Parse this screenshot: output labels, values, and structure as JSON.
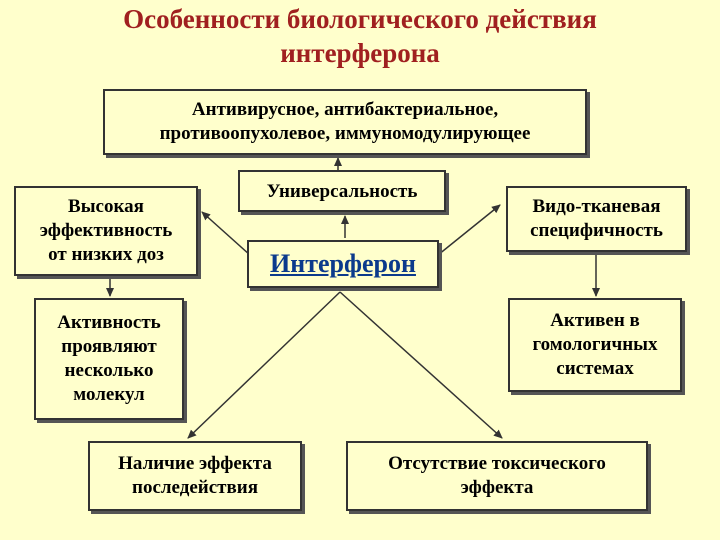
{
  "title": {
    "line1": "Особенности биологического действия",
    "line2": "интерферона"
  },
  "boxes": {
    "top": {
      "line1": "Антивирусное, антибактериальное,",
      "line2": "противоопухолевое, иммуномодулирующее"
    },
    "universality": "Универсальность",
    "center": "Интерферон",
    "high_efficiency": {
      "line1": "Высокая",
      "line2": "эффективность",
      "line3": "от низких доз"
    },
    "species_specificity": {
      "line1": "Видо-тканевая",
      "line2": "специфичность"
    },
    "several_molecules": {
      "line1": "Активность",
      "line2": "проявляют",
      "line3": "несколько",
      "line4": "молекул"
    },
    "homologous": {
      "line1": "Активен в",
      "line2": "гомологичных",
      "line3": "системах"
    },
    "aftereffect": {
      "line1": "Наличие эффекта",
      "line2": "последействия"
    },
    "no_toxic": {
      "line1": "Отсутствие токсического",
      "line2": "эффекта"
    }
  },
  "colors": {
    "background": "#ffffcc",
    "title": "#a02020",
    "center_text": "#0b3a8c",
    "border": "#333333"
  }
}
